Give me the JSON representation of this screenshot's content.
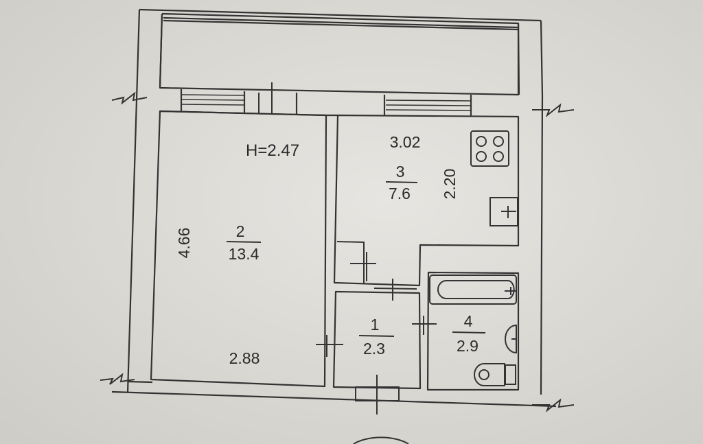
{
  "floor_plan": {
    "ceiling_height": "H=2.47",
    "rooms": [
      {
        "number": "2",
        "area": "13.4",
        "dim_width": "2.88",
        "dim_length": "4.66"
      },
      {
        "number": "3",
        "area": "7.6",
        "dim_width": "3.02",
        "dim_length": "2.20"
      },
      {
        "number": "1",
        "area": "2.3"
      },
      {
        "number": "4",
        "area": "2.9"
      }
    ],
    "fixtures": [
      "stove-icon",
      "sink-icon",
      "bathtub-icon",
      "washbasin-icon",
      "toilet-icon"
    ]
  }
}
